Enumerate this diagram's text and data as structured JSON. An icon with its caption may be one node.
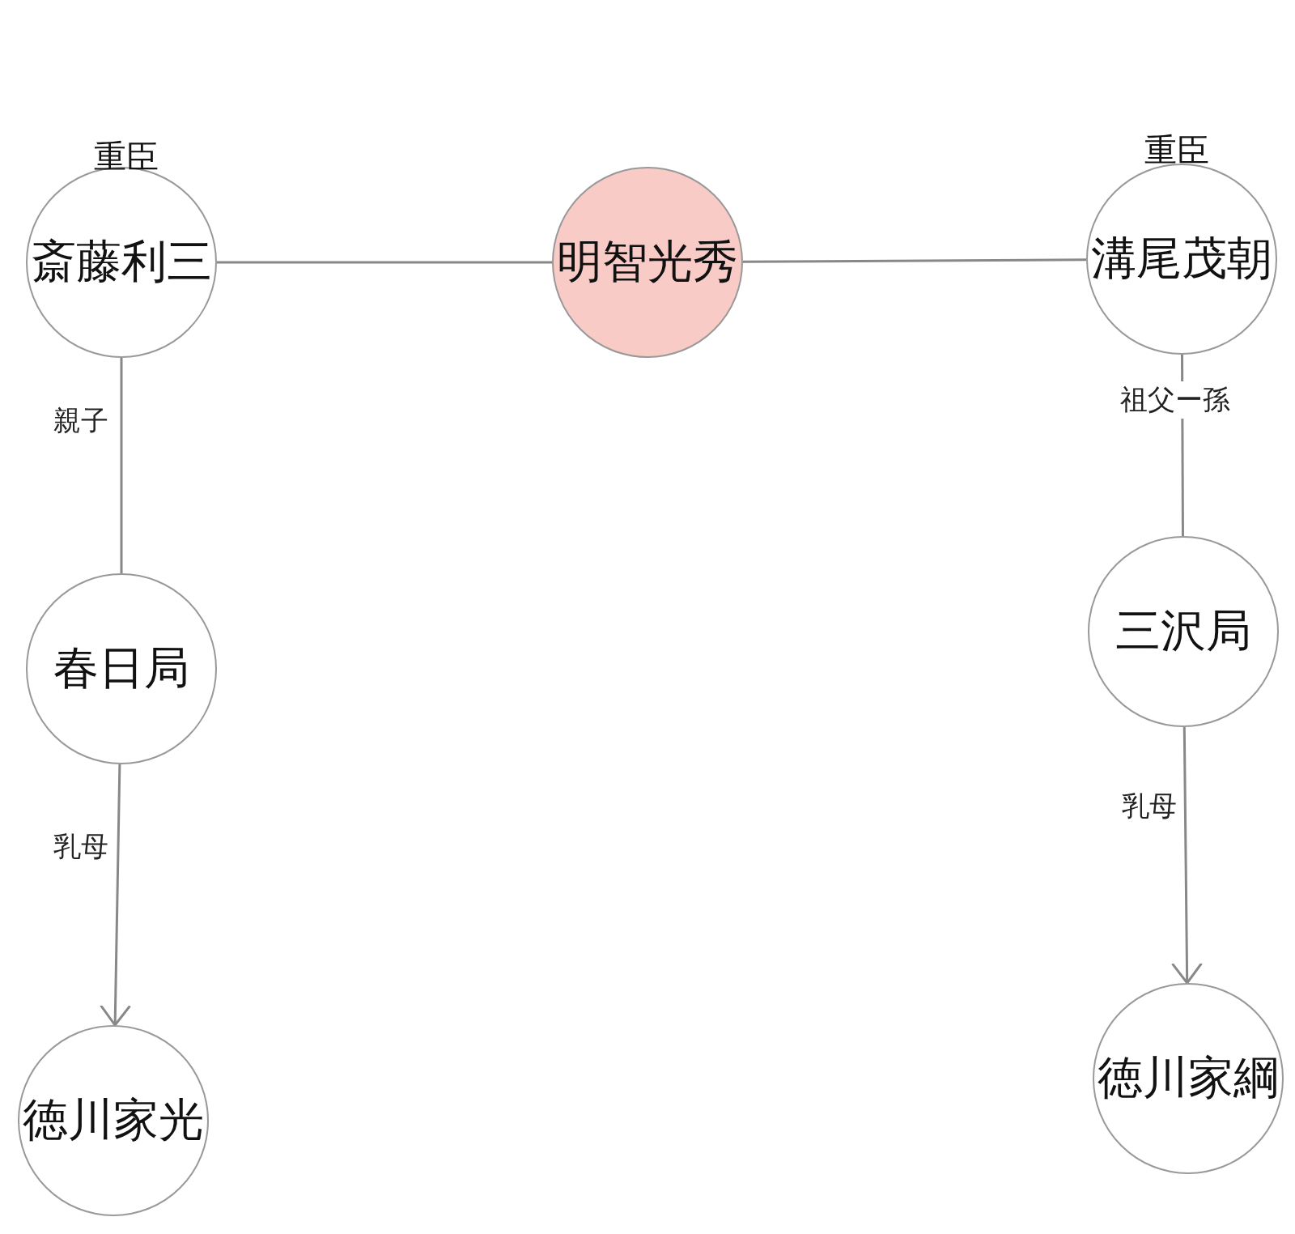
{
  "diagram": {
    "nodes": [
      {
        "text": [
          "斎藤利三"
        ],
        "beside": [
          "重臣"
        ]
      },
      {
        "text": [
          "明智光秀"
        ]
      },
      {
        "text": [
          "溝尾茂朝"
        ],
        "beside": [
          "重臣"
        ]
      },
      {
        "text": [
          "春日局"
        ]
      },
      {
        "text": [
          "三沢局"
        ]
      },
      {
        "text": [
          "徳川家光"
        ]
      },
      {
        "text": [
          "徳川家綱"
        ]
      }
    ],
    "edges": [
      {
        "from": 0,
        "to": 1,
        "arrow": "none"
      },
      {
        "from": 1,
        "to": 2,
        "arrow": "none"
      },
      {
        "from": 0,
        "to": 3,
        "arrow": "none",
        "label": "親子"
      },
      {
        "from": 2,
        "to": 4,
        "arrow": "none",
        "label": "祖父ー孫"
      },
      {
        "from": 3,
        "to": 5,
        "arrow": "to",
        "label": "乳母"
      },
      {
        "from": 4,
        "to": 6,
        "arrow": "to",
        "label": "乳母"
      }
    ]
  }
}
